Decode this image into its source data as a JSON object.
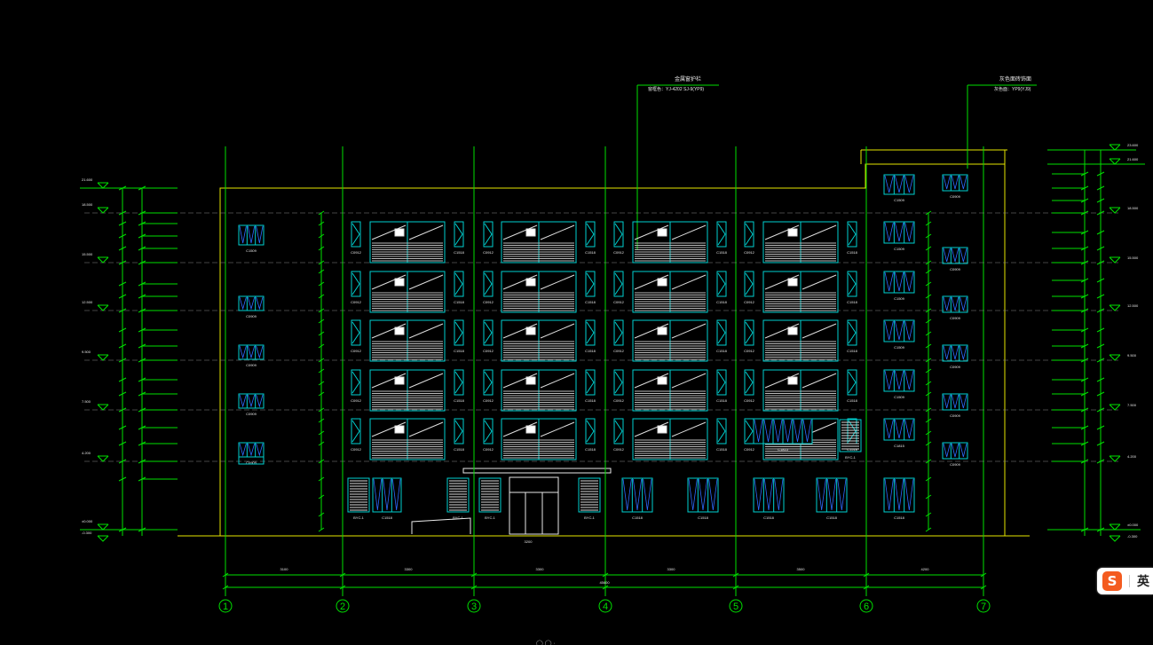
{
  "axes": [
    "1",
    "2",
    "3",
    "4",
    "5",
    "6",
    "7"
  ],
  "leaders": {
    "left": {
      "title": "金属窗护栏",
      "note": "窗框色：YJ-4202 SJ-9(YP9)"
    },
    "right": {
      "title": "灰色面砖饰面",
      "note": "灰色面：YP9(YJ9)"
    }
  },
  "window_labels": [
    "C0912",
    "C1518",
    "C1821",
    "C0909",
    "C1815",
    "C1509",
    "BYC-1"
  ],
  "level_marks": [
    "21.600",
    "18.500",
    "15.500",
    "12.500",
    "9.500",
    "7.500",
    "4.200",
    "±0.000",
    "-0.300",
    "23.600"
  ],
  "dimension_totals": [
    "3200",
    "3100",
    "3300",
    "3300",
    "3300",
    "3500",
    "4200",
    "45600"
  ],
  "colors": {
    "bg": "#000000",
    "green": "#00e000",
    "cyan": "#00d0d0",
    "yellow": "#e6e600",
    "white": "#e8e8e8",
    "blue": "#2d6bff"
  },
  "ime": {
    "logo": "S",
    "lang": "英"
  },
  "bottom_glyphs": "◯ ◯ ·"
}
